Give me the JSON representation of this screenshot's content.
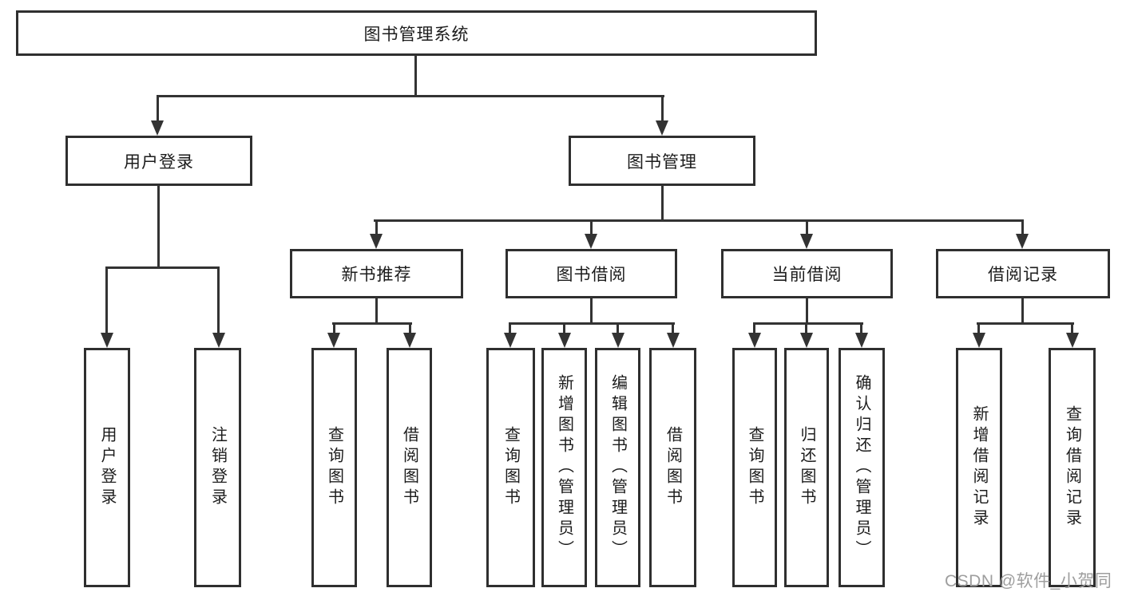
{
  "diagram": {
    "root": "图书管理系统",
    "level2": {
      "user_login": "用户登录",
      "book_management": "图书管理"
    },
    "level3": {
      "new_book": "新书推荐",
      "book_borrow": "图书借阅",
      "current_borrow": "当前借阅",
      "borrow_records": "借阅记录"
    },
    "leaves": {
      "user_login": [
        "用户登录",
        "注销登录"
      ],
      "new_book": [
        "查询图书",
        "借阅图书"
      ],
      "book_borrow": [
        "查询图书",
        "新增图书（管理员）",
        "编辑图书（管理员）",
        "借阅图书"
      ],
      "current_borrow": [
        "查询图书",
        "归还图书",
        "确认归还（管理员）"
      ],
      "borrow_records": [
        "新增借阅记录",
        "查询借阅记录"
      ]
    }
  },
  "watermark": "CSDN @软件_小贺同学",
  "colors": {
    "line": "#333333",
    "text": "#1c1c1c",
    "watermark": "#9e9e9e",
    "background": "#ffffff"
  }
}
